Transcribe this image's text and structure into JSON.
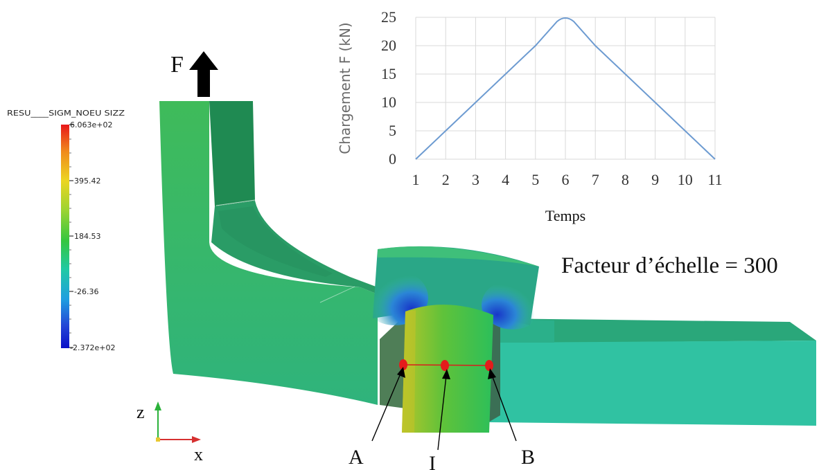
{
  "force": {
    "label": "F"
  },
  "colorbar": {
    "title": "RESU____SIGM_NOEU SIZZ",
    "max_label": "6.063e+02",
    "ticks": [
      "395.42",
      "184.53",
      "-26.36"
    ],
    "min_label": "-2.372e+02",
    "colors": [
      "#e8171a",
      "#f08a1c",
      "#ecd521",
      "#9ed431",
      "#35c63f",
      "#20c9a6",
      "#1f9fe0",
      "#2445d6",
      "#0a10c8"
    ]
  },
  "axes_triad": {
    "z_label": "z",
    "x_label": "x"
  },
  "scale_factor": {
    "text": "Facteur d’échelle = 300"
  },
  "points": {
    "a": "A",
    "i": "I",
    "b": "B"
  },
  "chart_data": {
    "type": "line",
    "xlabel": "Temps",
    "ylabel": "Chargement F (kN)",
    "x": [
      1,
      2,
      3,
      4,
      5,
      6,
      7,
      8,
      9,
      10,
      11
    ],
    "y": [
      0,
      5,
      10,
      15,
      20,
      25,
      20,
      15,
      10,
      5,
      0
    ],
    "xlim": [
      1,
      11
    ],
    "ylim": [
      0,
      25
    ],
    "x_ticks": [
      "1",
      "2",
      "3",
      "4",
      "5",
      "6",
      "7",
      "8",
      "9",
      "10",
      "11"
    ],
    "y_ticks": [
      "0",
      "5",
      "10",
      "15",
      "20",
      "25"
    ],
    "grid": true,
    "line_color": "#6d9bd1"
  }
}
